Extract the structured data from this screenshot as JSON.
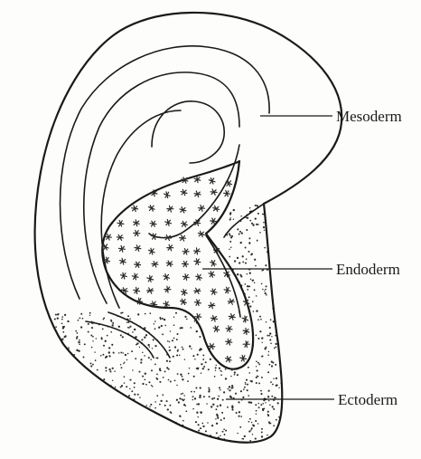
{
  "labels": {
    "mesoderm": "Mesoderm",
    "endoderm": "Endoderm",
    "ectoderm": "Ectoderm"
  },
  "colors": {
    "ink": "#1a1a1a",
    "paper": "#fdfdfb"
  }
}
